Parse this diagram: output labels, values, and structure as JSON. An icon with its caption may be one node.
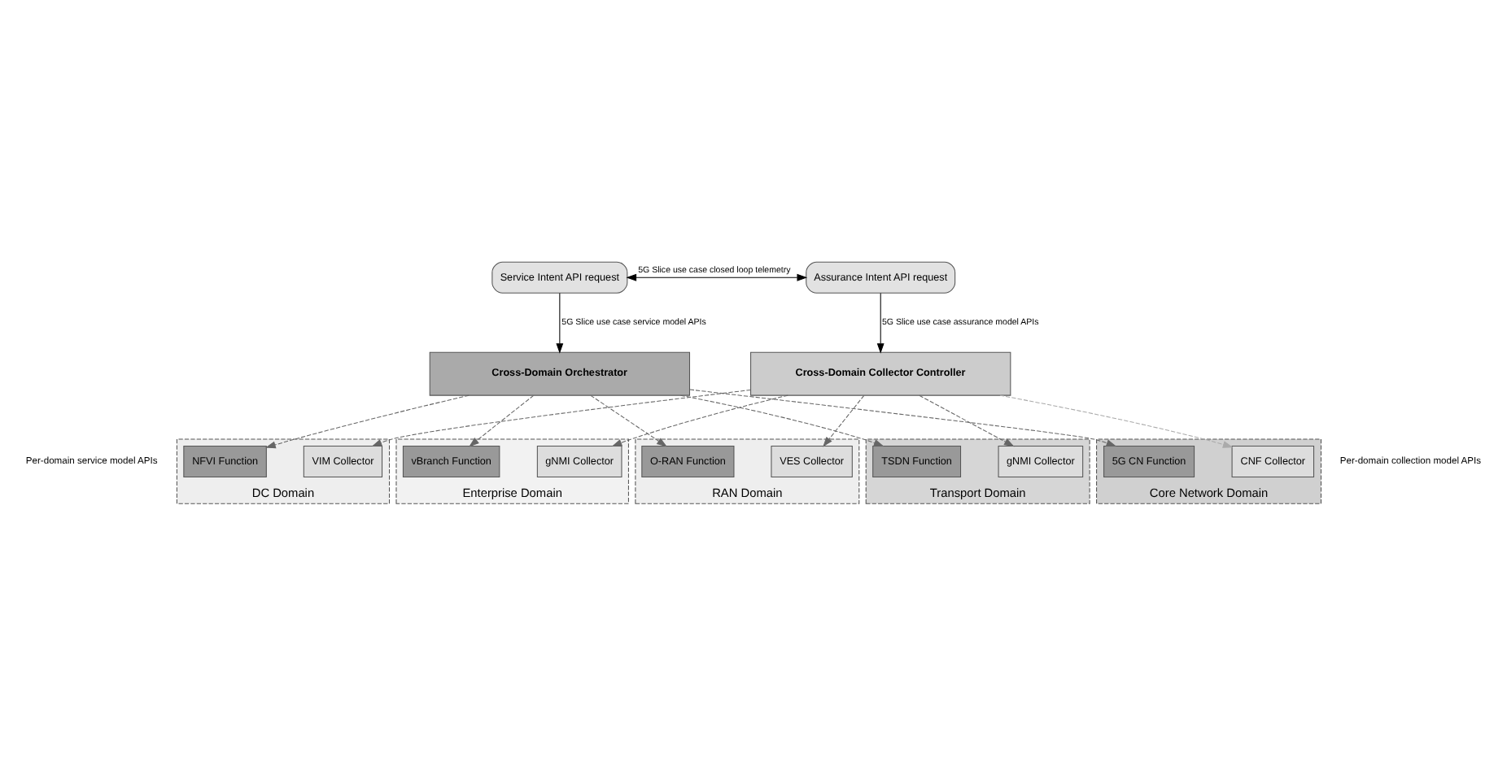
{
  "diagram": {
    "nodes": [
      {
        "text": [
          "Service Intent API request"
        ]
      },
      {
        "text": [
          "Assurance Intent API request"
        ]
      },
      {
        "text": [
          "Cross-Domain Orchestrator"
        ]
      },
      {
        "text": [
          "Cross-Domain Collector Controller"
        ]
      },
      {
        "text": [
          "Core Network Domain"
        ]
      },
      {
        "text": [
          "5G CN Function"
        ],
        "in": 4
      },
      {
        "text": [
          "CNF Collector"
        ],
        "in": 4
      },
      {
        "text": [
          "DC Domain"
        ]
      },
      {
        "text": [
          "NFVI Function"
        ],
        "in": 7
      },
      {
        "text": [
          "VIM Collector"
        ],
        "in": 7
      },
      {
        "text": [
          "Transport Domain"
        ]
      },
      {
        "text": [
          "TSDN Function"
        ],
        "in": 10
      },
      {
        "text": [
          "gNMI Collector"
        ],
        "in": 10
      },
      {
        "text": [
          "RAN Domain"
        ]
      },
      {
        "text": [
          "O-RAN Function"
        ],
        "in": 13
      },
      {
        "text": [
          "VES Collector"
        ],
        "in": 13
      },
      {
        "text": [
          "Enterprise Domain"
        ]
      },
      {
        "text": [
          "vBranch Function"
        ],
        "in": 16
      },
      {
        "text": [
          "gNMI Collector"
        ],
        "in": 16
      }
    ],
    "edges": [
      {
        "from": 0,
        "to": 1,
        "arrow": "both",
        "label": "5G Slice use case closed loop telemetry",
        "color": "#000000"
      },
      {
        "from": 0,
        "to": 2,
        "arrow": "to",
        "label": "5G Slice use case service model APIs",
        "color": "#000000"
      },
      {
        "from": 1,
        "to": 3,
        "arrow": "to",
        "label": "5G Slice use case assurance model APIs",
        "color": "#000000"
      },
      {
        "from": 2,
        "to": 5,
        "arrow": "to",
        "style": "dashed"
      },
      {
        "from": 2,
        "to": 8,
        "arrow": "to",
        "style": "dashed"
      },
      {
        "from": 2,
        "to": 11,
        "arrow": "to",
        "style": "dashed"
      },
      {
        "from": 2,
        "to": 14,
        "arrow": "to",
        "style": "dashed"
      },
      {
        "from": 2,
        "to": 17,
        "arrow": "to",
        "style": "dashed"
      },
      {
        "from": 3,
        "to": 6,
        "arrow": "to",
        "style": "dashed",
        "color": "#aaaaaa"
      },
      {
        "from": 3,
        "to": 9,
        "arrow": "to",
        "style": "dashed"
      },
      {
        "from": 3,
        "to": 12,
        "arrow": "to",
        "style": "dashed"
      },
      {
        "from": 3,
        "to": 15,
        "arrow": "to",
        "style": "dashed"
      },
      {
        "from": 3,
        "to": 18,
        "arrow": "to",
        "style": "dashed"
      }
    ],
    "labels": [
      "Per-domain service model APIs",
      "Per-domain collection model APIs"
    ]
  }
}
